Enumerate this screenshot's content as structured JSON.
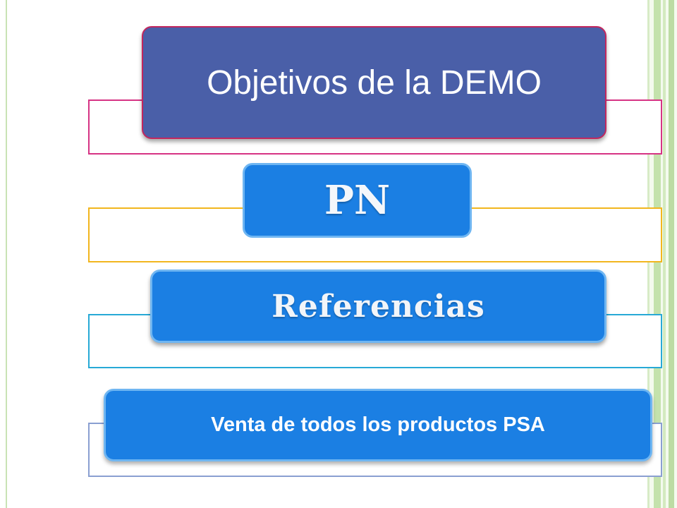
{
  "diagram": {
    "items": [
      {
        "label": "Objetivos de la DEMO",
        "box_color": "#4a5fa8",
        "band_color": "#d63384"
      },
      {
        "label": "PN",
        "box_color": "#1b7fe3",
        "band_color": "#f2b61e"
      },
      {
        "label": "Referencias",
        "box_color": "#1b7fe3",
        "band_color": "#27a9d6"
      },
      {
        "label": "Venta de todos los productos PSA",
        "box_color": "#1b7fe3",
        "band_color": "#8a9fd1"
      }
    ]
  },
  "theme": {
    "accent_green": "#c4e2ac"
  }
}
